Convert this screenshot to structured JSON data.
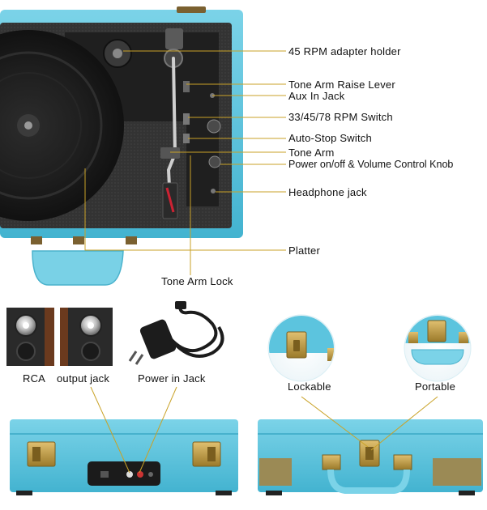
{
  "labels": {
    "adapter_holder": "45 RPM adapter holder",
    "raise_lever": "Tone Arm Raise Lever",
    "aux_in": "Aux In Jack",
    "rpm_switch": "33/45/78 RPM Switch",
    "auto_stop": "Auto-Stop Switch",
    "tone_arm": "Tone Arm",
    "power_volume": "Power on/off & Volume Control Knob",
    "headphone": "Headphone jack",
    "platter": "Platter",
    "tone_arm_lock": "Tone Arm Lock",
    "rca": "RCA",
    "output_jack": "output jack",
    "power_in": "Power in Jack",
    "lockable": "Lockable",
    "portable": "Portable"
  },
  "colors": {
    "case_blue": "#5cc4de",
    "case_dark_blue": "#3aa9c6",
    "deck_black": "#2a2a2a",
    "leader_gold": "#c9a227",
    "brass": "#b8963c",
    "speaker_wood": "#6b3a1e"
  },
  "icons": [
    "speaker-icon",
    "power-adapter-icon",
    "latch-icon"
  ]
}
